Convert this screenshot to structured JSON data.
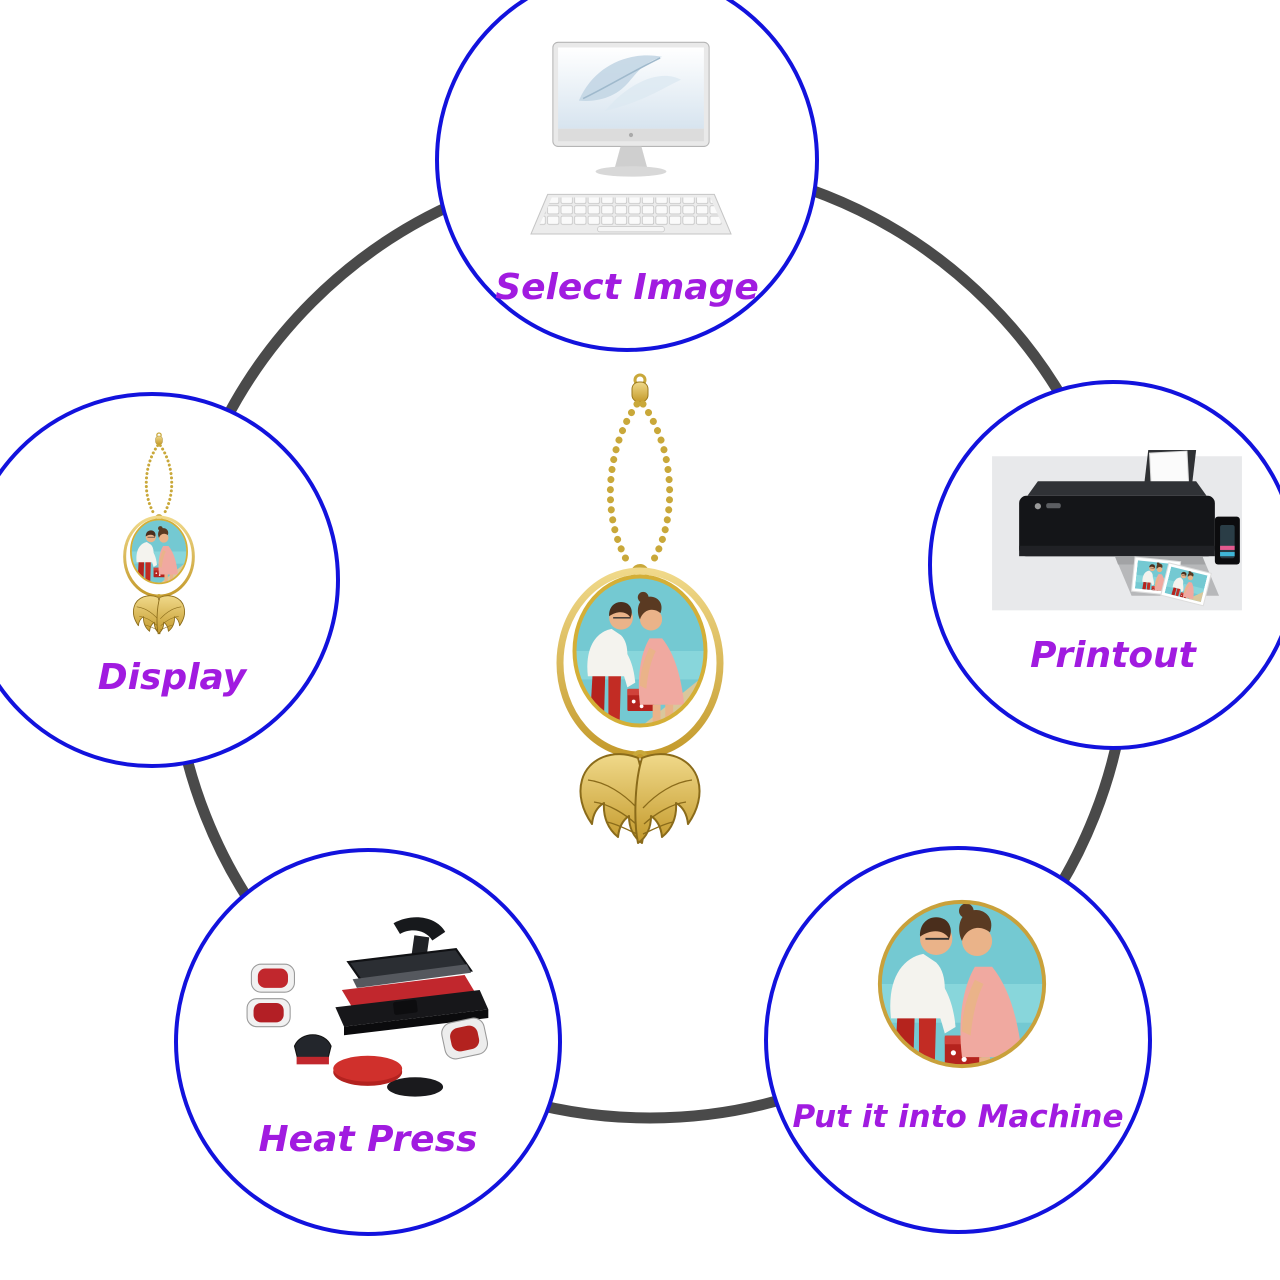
{
  "diagram": {
    "type": "process-circle",
    "description": "Custom photo pendant production steps arranged around a circle",
    "colors": {
      "circle_border_blue": "#1212dd",
      "ring_gray": "#4a4a4a",
      "label_purple": "#a11be0",
      "gold": "#d4af37"
    }
  },
  "steps": [
    {
      "id": "select-image",
      "label": "Select Image",
      "illustration": "desktop-computer-with-keyboard"
    },
    {
      "id": "printout",
      "label": "Printout",
      "illustration": "inkjet-printer-with-photos"
    },
    {
      "id": "put-into-machine",
      "label": "Put it into Machine",
      "illustration": "round-photo-insert-of-couple"
    },
    {
      "id": "heat-press",
      "label": "Heat Press",
      "illustration": "heat-press-machine-with-attachments"
    },
    {
      "id": "display",
      "label": "Display",
      "illustration": "finished-photo-pendant"
    }
  ],
  "center": {
    "illustration": "gold-angel-wing-photo-pendant-with-ball-chain",
    "photo_subject": "couple-on-beach-with-gift-box"
  }
}
